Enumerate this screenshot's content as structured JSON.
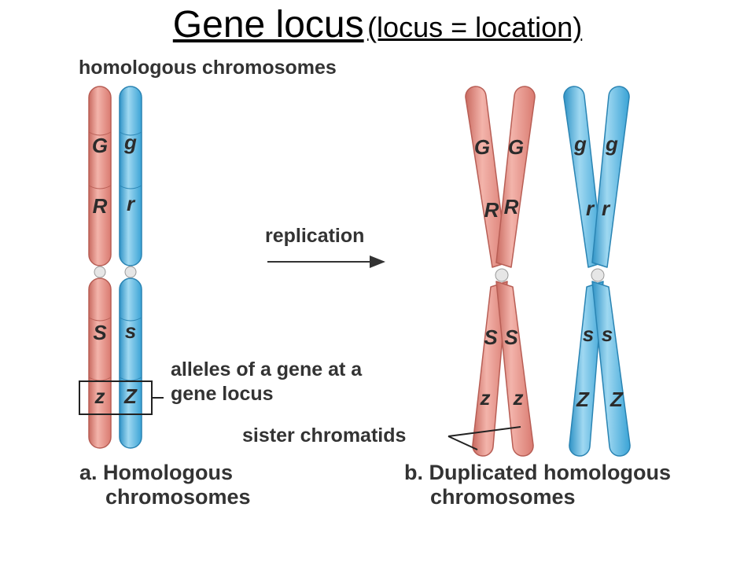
{
  "title": {
    "main": "Gene locus",
    "sub": "(locus = location)"
  },
  "labels": {
    "homologous_heading": "homologous chromosomes",
    "replication": "replication",
    "alleles_line1": "alleles of a gene at a",
    "alleles_line2": "gene locus",
    "sister_chromatids": "sister chromatids",
    "caption_a_line1": "a. Homologous",
    "caption_a_line2": "chromosomes",
    "caption_b_line1": "b. Duplicated homologous",
    "caption_b_line2": "chromosomes"
  },
  "alleles": {
    "pink_single": [
      "G",
      "R",
      "S",
      "z"
    ],
    "blue_single": [
      "g",
      "r",
      "s",
      "Z"
    ],
    "pink_dup_left": [
      "G",
      "R",
      "S",
      "z"
    ],
    "pink_dup_right": [
      "G",
      "R",
      "S",
      "z"
    ],
    "blue_dup_left": [
      "g",
      "r",
      "s",
      "Z"
    ],
    "blue_dup_right": [
      "g",
      "r",
      "s",
      "Z"
    ]
  },
  "colors": {
    "pink": "#e48a80",
    "pink_light": "#f6c2ba",
    "pink_dark": "#b85e55",
    "blue": "#4fb3e0",
    "blue_light": "#a8dcf3",
    "blue_dark": "#2a84b3",
    "centromere": "#e6e6e6",
    "label": "#333333"
  }
}
